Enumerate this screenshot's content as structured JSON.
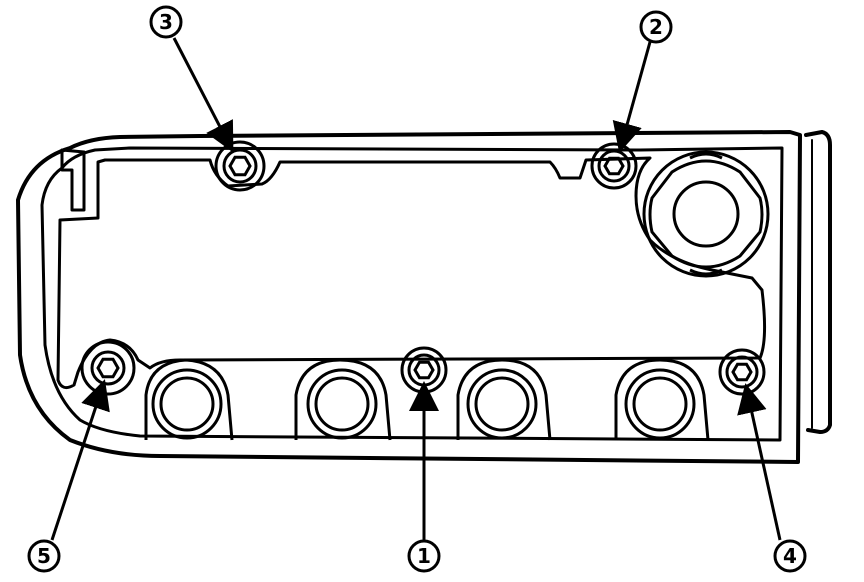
{
  "diagram": {
    "callouts": [
      {
        "id": "1",
        "label": "1"
      },
      {
        "id": "2",
        "label": "2"
      },
      {
        "id": "3",
        "label": "3"
      },
      {
        "id": "4",
        "label": "4"
      },
      {
        "id": "5",
        "label": "5"
      }
    ],
    "colors": {
      "ink": "#000000",
      "paper": "#ffffff"
    }
  }
}
